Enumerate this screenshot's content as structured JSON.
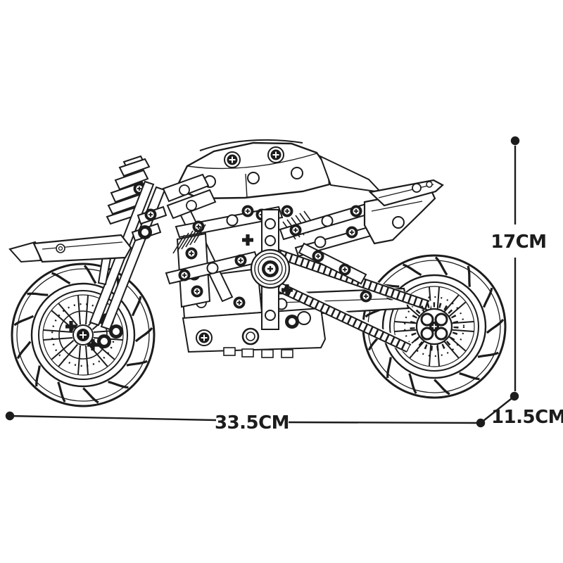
{
  "diagram": {
    "subject": "brick-built cafe racer motorcycle model, technical line drawing with size annotations",
    "style": {
      "ink": "#1c1c1c",
      "background": "#ffffff"
    },
    "dimensions": {
      "length": "33.5CM",
      "height": "17CM",
      "depth": "11.5CM"
    }
  }
}
